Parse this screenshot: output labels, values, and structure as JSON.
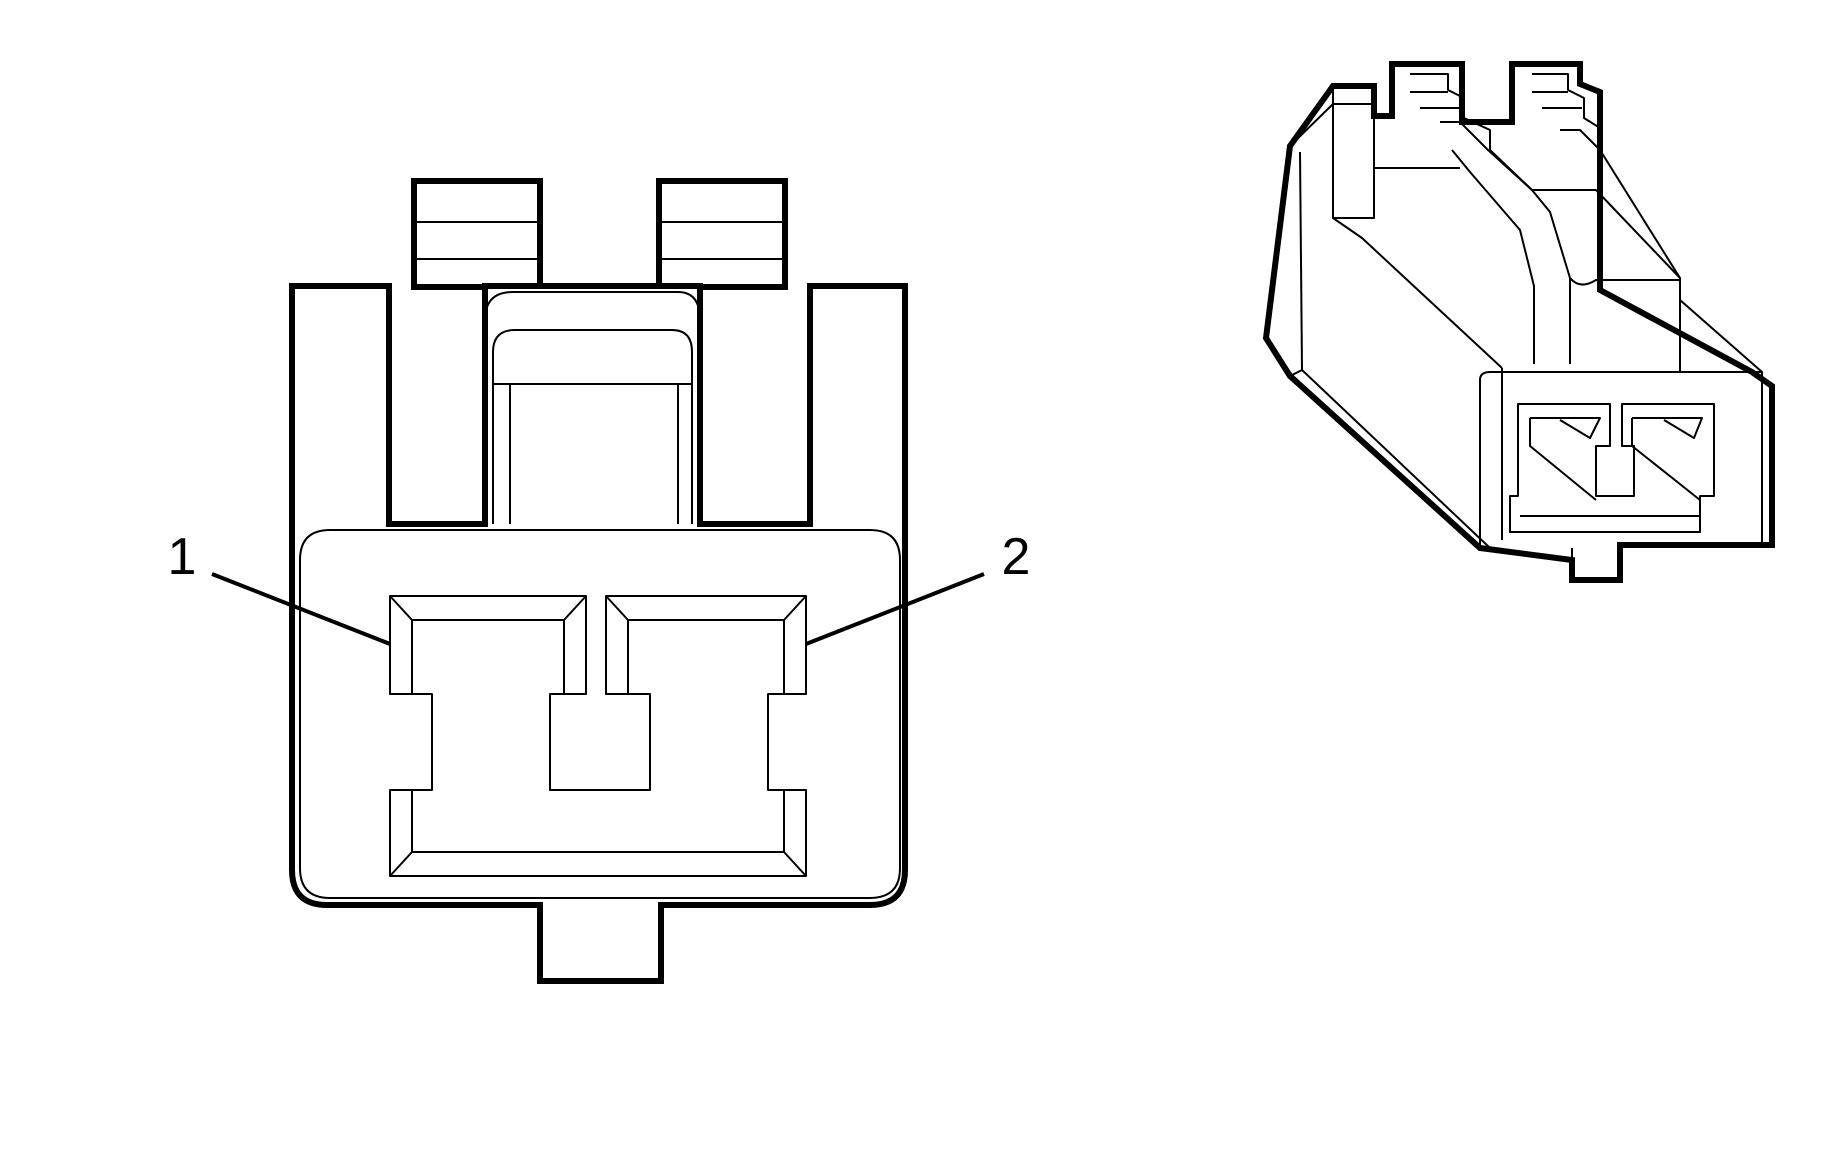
{
  "figure": {
    "callouts": [
      {
        "id": "pin-1",
        "label": "1"
      },
      {
        "id": "pin-2",
        "label": "2"
      }
    ],
    "colors": {
      "line": "#000000",
      "background": "#ffffff"
    }
  }
}
